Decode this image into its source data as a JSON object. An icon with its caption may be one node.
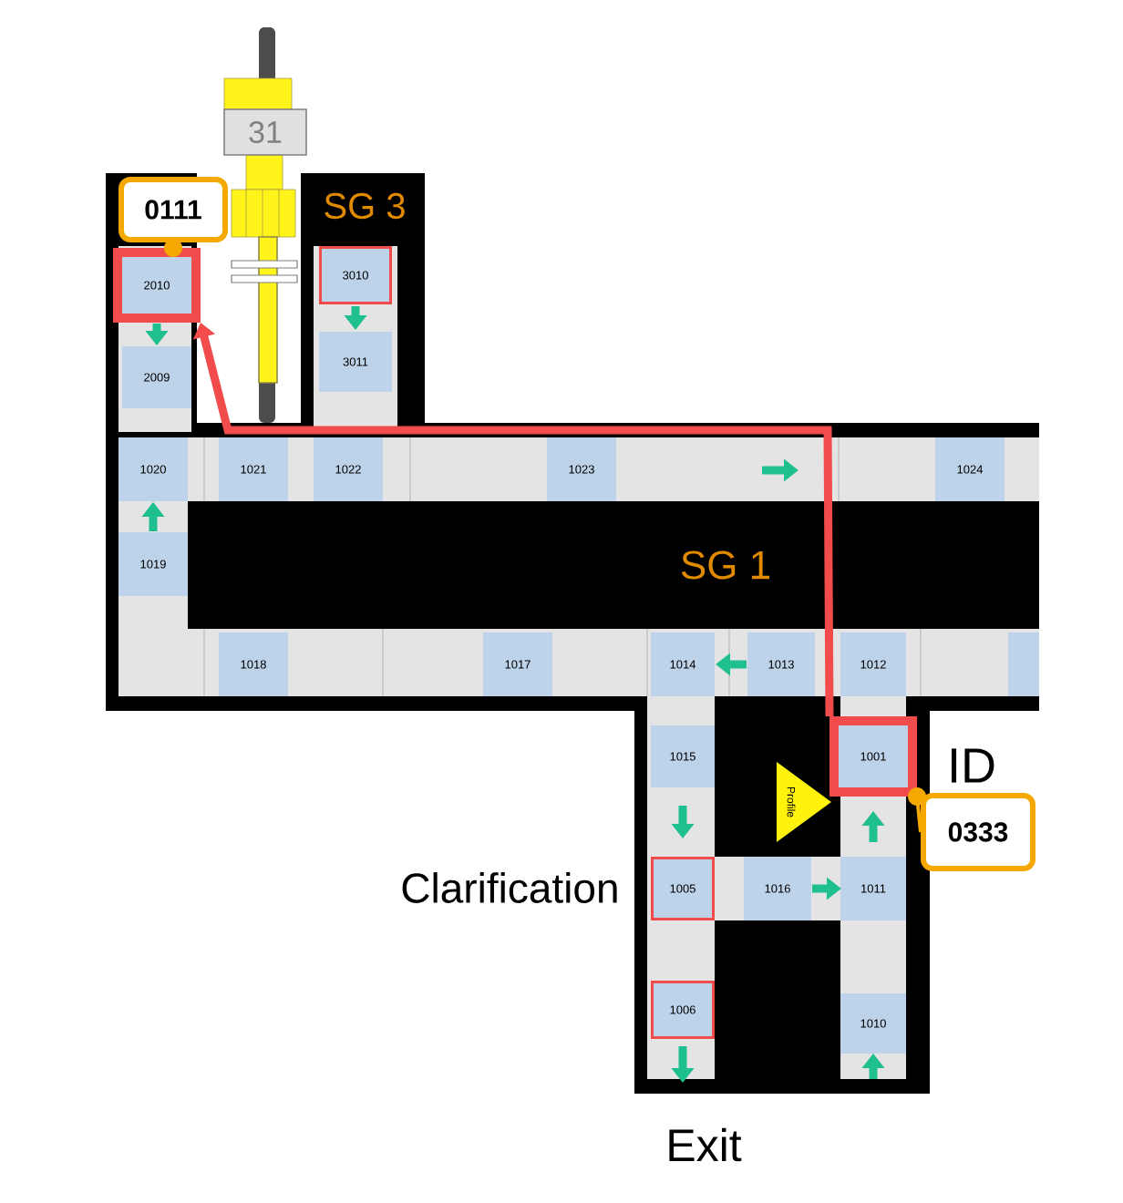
{
  "diagram": {
    "nodes": [
      {
        "text": [
          "0111"
        ]
      },
      {
        "text": [
          "31"
        ]
      },
      {
        "text": [
          "2010"
        ]
      },
      {
        "text": [
          "3010"
        ]
      },
      {
        "text": [
          "2009"
        ]
      },
      {
        "text": [
          "3011"
        ]
      },
      {
        "text": [
          "1020"
        ]
      },
      {
        "text": [
          "1021"
        ]
      },
      {
        "text": [
          "1022"
        ]
      },
      {
        "text": [
          "1023"
        ]
      },
      {
        "text": [
          "1024"
        ]
      },
      {
        "text": [
          "1019"
        ]
      },
      {
        "text": [
          "1018"
        ]
      },
      {
        "text": [
          "1017"
        ]
      },
      {
        "text": [
          "1014"
        ]
      },
      {
        "text": [
          "1013"
        ]
      },
      {
        "text": [
          "1012"
        ]
      },
      {
        "text": [
          "1015"
        ]
      },
      {
        "text": [
          "1001"
        ]
      },
      {
        "text": [
          "0333"
        ]
      },
      {
        "text": [
          "Profile"
        ]
      },
      {
        "text": [
          "1005"
        ]
      },
      {
        "text": [
          "1016"
        ]
      },
      {
        "text": [
          "1011"
        ]
      },
      {
        "text": [
          "1006"
        ]
      },
      {
        "text": [
          "1010"
        ]
      }
    ],
    "edges": [
      {
        "from": 18,
        "to": 2,
        "arrow": "to",
        "color": "#f24b4b"
      },
      {
        "from": 0,
        "to": 2,
        "arrow": "other",
        "color": "#f5a800"
      },
      {
        "from": 19,
        "to": 18,
        "arrow": "other",
        "color": "#f5a800"
      },
      {
        "from": 2,
        "to": 4,
        "arrow": "to",
        "color": "#1fbf8f"
      },
      {
        "from": 3,
        "to": 5,
        "arrow": "to",
        "color": "#1fbf8f"
      },
      {
        "from": 11,
        "to": 6,
        "arrow": "to",
        "color": "#1fbf8f"
      },
      {
        "from": 15,
        "to": 14,
        "arrow": "to",
        "color": "#1fbf8f"
      },
      {
        "from": 17,
        "to": 21,
        "arrow": "to",
        "color": "#1fbf8f"
      },
      {
        "from": 22,
        "to": 23,
        "arrow": "to",
        "color": "#1fbf8f"
      },
      {
        "from": 23,
        "to": 18,
        "arrow": "to",
        "color": "#1fbf8f"
      }
    ],
    "labels": [
      "SG 3",
      "SG 1",
      "ID",
      "Clarification",
      "Exit"
    ]
  }
}
